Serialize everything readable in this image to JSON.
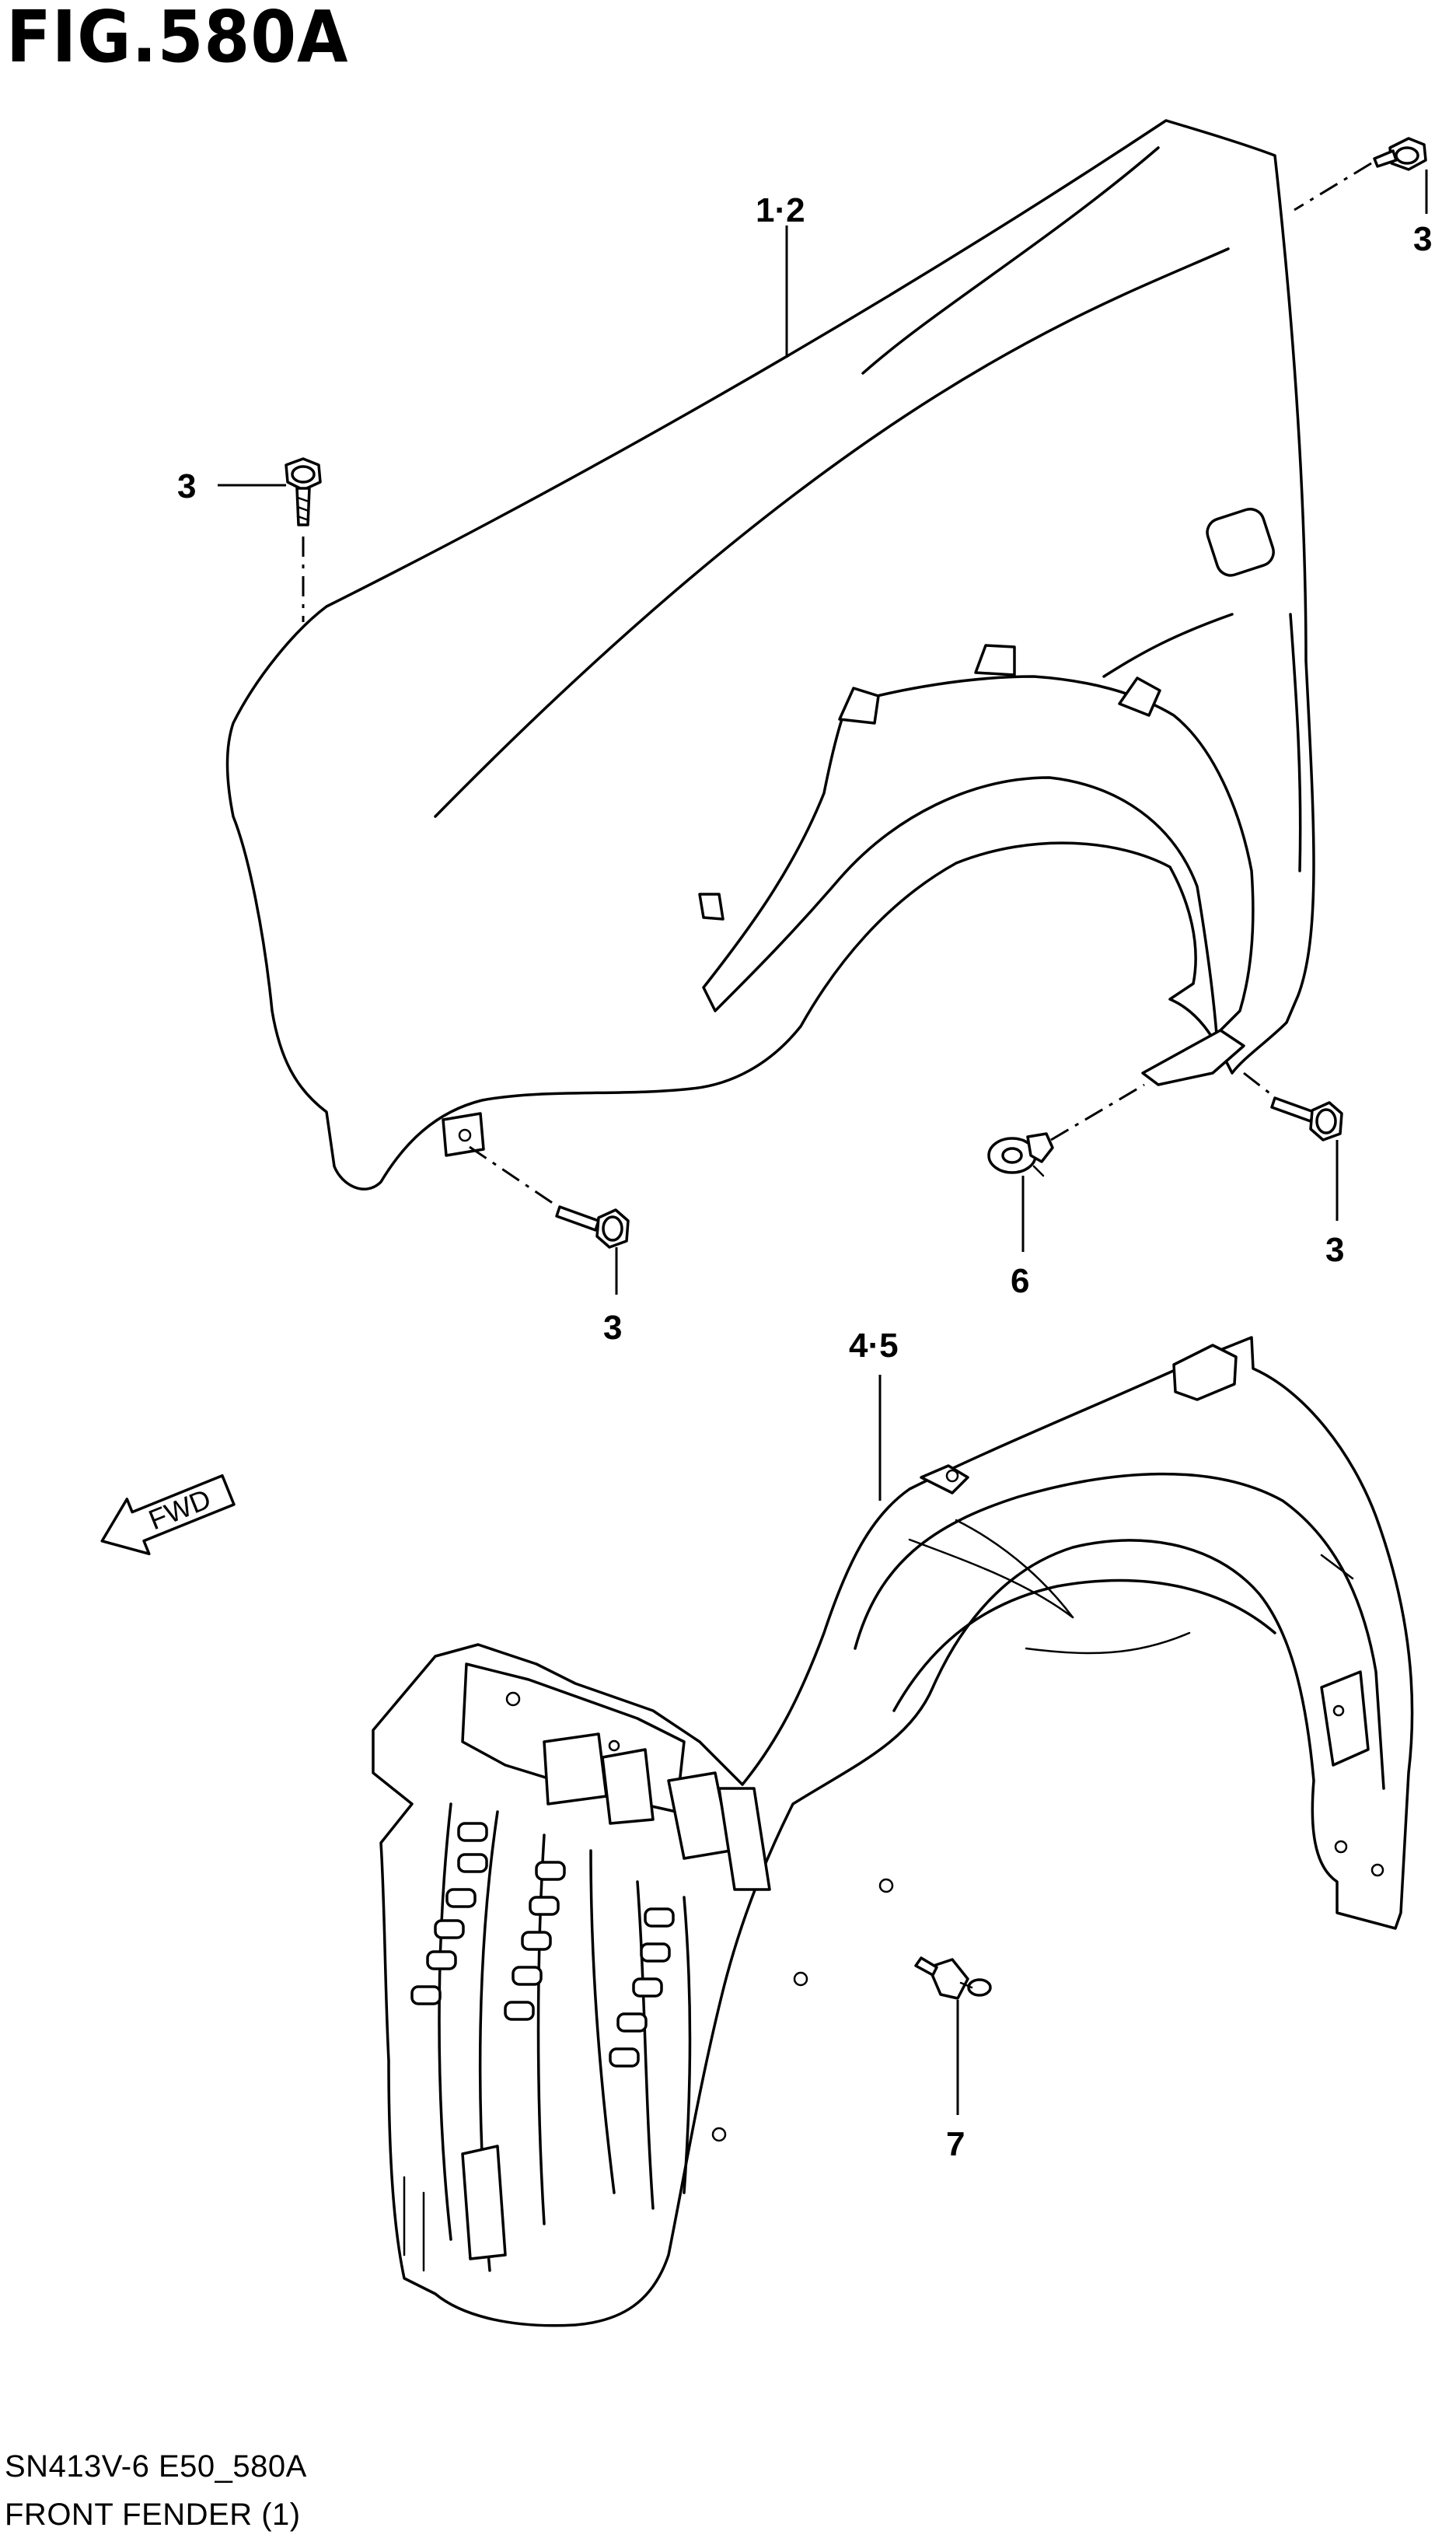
{
  "figure": {
    "title": "FIG.580A",
    "code": "SN413V-6 E50_580A",
    "name": "FRONT FENDER (1)"
  },
  "direction": {
    "label": "FWD"
  },
  "callouts": {
    "fender": "1·2",
    "bolt_top_right": "3",
    "bolt_left": "3",
    "bolt_bottom": "3",
    "bolt_right": "3",
    "grommet": "6",
    "liner": "4·5",
    "clip": "7"
  }
}
